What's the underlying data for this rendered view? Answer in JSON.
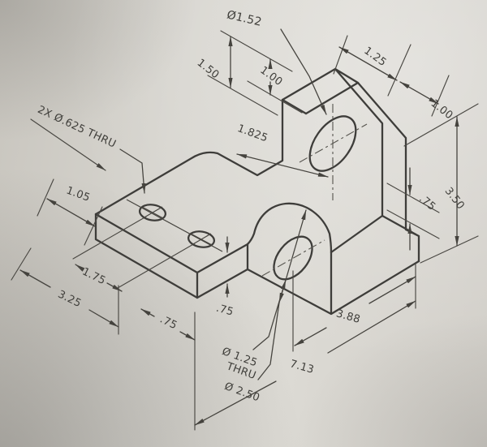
{
  "drawing": {
    "labels": {
      "dia_top_hole": "Ø1.52",
      "dim_1_50": "1.50",
      "dim_1_00_top": "1.00",
      "dim_1_25": "1.25",
      "dim_1_00_right": "1.00",
      "dim_1_825": "1.825",
      "note_base_holes": "2X Ø.625 THRU",
      "dim_1_05": "1.05",
      "dim_3_50": "3.50",
      "dim_0_75_right": ".75",
      "dim_3_88": "3.88",
      "dim_7_13": "7.13",
      "dia_lug_hole": "Ø 1.25",
      "thru_note": "THRU",
      "dia_lug_boss": "Ø 2.50",
      "dim_0_75_mid": ".75",
      "dim_0_75_left": ".75",
      "dim_3_25": "3.25",
      "dim_1_75": "1.75"
    },
    "colors": {
      "paper": "#d6d4ce",
      "ink": "#3e3d3a"
    }
  }
}
